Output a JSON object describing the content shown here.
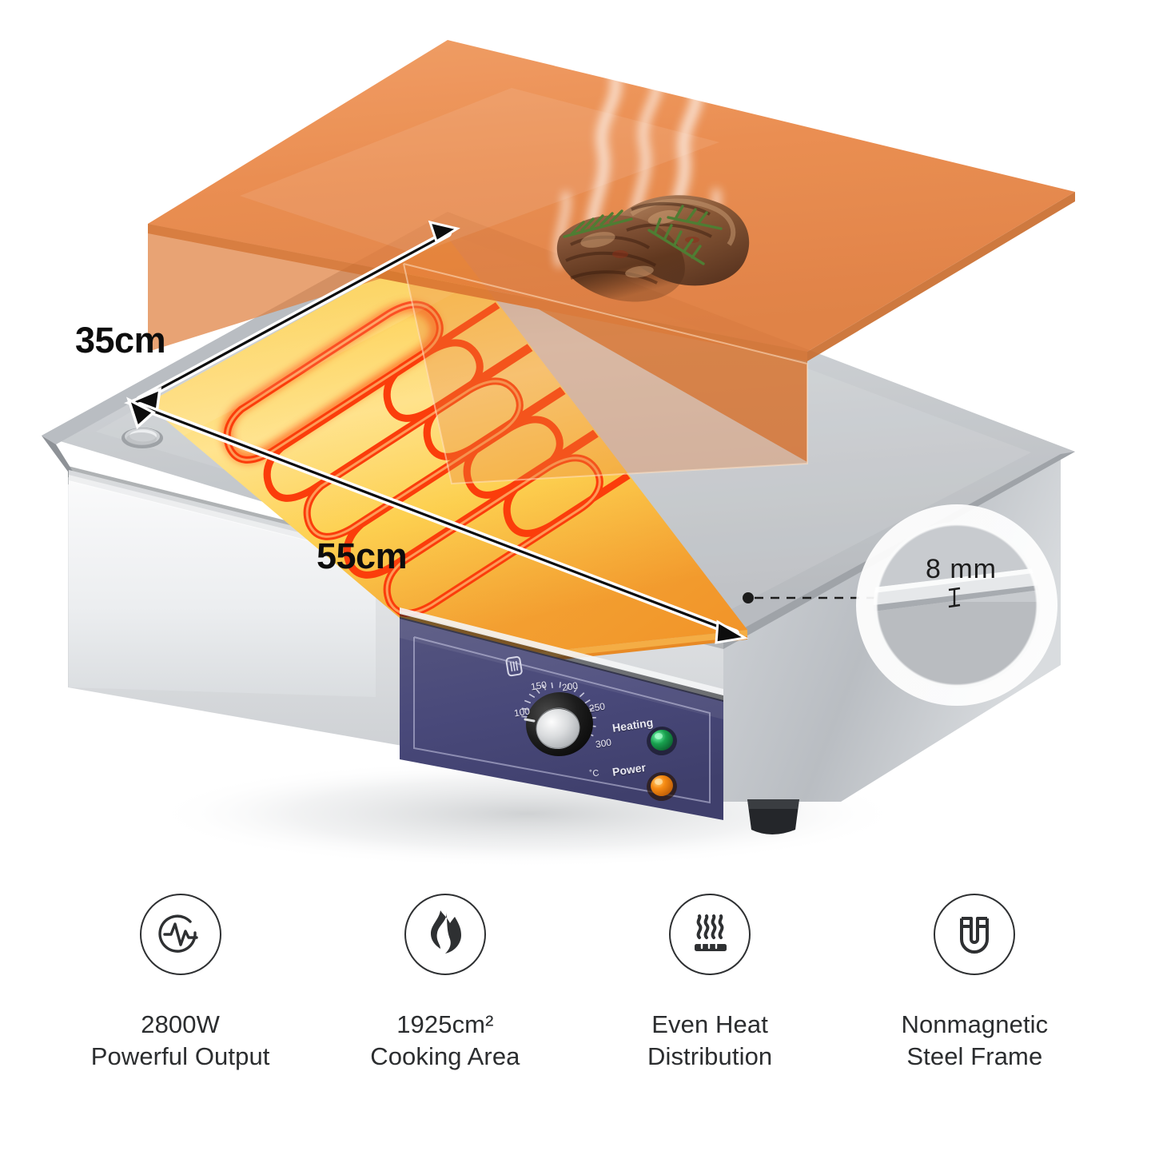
{
  "product": {
    "type": "commercial electric griddle / flat top grill",
    "body_color": "#d8dadd",
    "plate_hot_gradient": [
      "#f6c23a",
      "#ffe9a0",
      "#f29b2e"
    ],
    "coil_color": "#ef3b17",
    "lid_color": "#e8823f",
    "panel_color": "#4a4a78"
  },
  "dimensions": {
    "depth_label": "35cm",
    "width_label": "55cm",
    "thickness_label": "8 mm"
  },
  "control_panel": {
    "dial_unit": "˚C",
    "dial_marks": [
      "100",
      "150",
      "200",
      "250",
      "300"
    ],
    "indicators": [
      {
        "label": "Heating",
        "color": "#1faa55"
      },
      {
        "label": "Power",
        "color": "#f58a14"
      }
    ],
    "plate_icon": "griddle-plate-icon"
  },
  "features": [
    {
      "icon": "power-output-icon",
      "line1": "2800W",
      "line2": "Powerful Output"
    },
    {
      "icon": "flame-icon",
      "line1": "1925cm²",
      "line2": "Cooking Area"
    },
    {
      "icon": "heat-waves-icon",
      "line1": "Even Heat",
      "line2": "Distribution"
    },
    {
      "icon": "magnet-icon",
      "line1": "Nonmagnetic",
      "line2": "Steel Frame"
    }
  ]
}
